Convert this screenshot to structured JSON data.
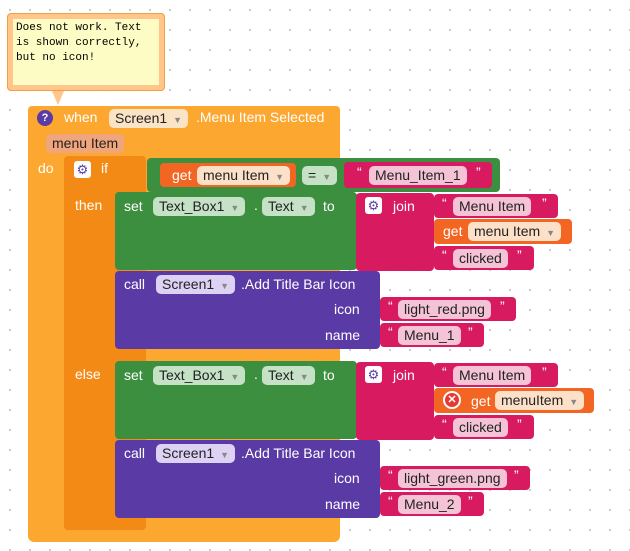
{
  "comment": {
    "text": "Does not work. Text\nis shown correctly,\nbut no icon!"
  },
  "event": {
    "when": "when",
    "component": "Screen1",
    "event_name": ".Menu Item Selected",
    "param": "menu Item",
    "do": "do"
  },
  "if_block": {
    "if": "if",
    "then": "then",
    "else": "else",
    "condition": {
      "get": "get",
      "var": "menu Item",
      "op": "=",
      "value": "Menu_Item_1"
    }
  },
  "then_branch": {
    "set": {
      "set": "set",
      "component": "Text_Box1",
      "dot": ".",
      "property": "Text",
      "to": "to"
    },
    "join": {
      "label": "join",
      "items": [
        "Menu Item",
        "clicked"
      ],
      "get": "get",
      "var": "menu Item"
    },
    "call": {
      "call": "call",
      "component": "Screen1",
      "method": ".Add Title Bar Icon",
      "icon_label": "icon",
      "icon_value": "light_red.png",
      "name_label": "name",
      "name_value": "Menu_1"
    }
  },
  "else_branch": {
    "set": {
      "set": "set",
      "component": "Text_Box1",
      "dot": ".",
      "property": "Text",
      "to": "to"
    },
    "join": {
      "label": "join",
      "items": [
        "Menu Item",
        "clicked"
      ],
      "get": "get",
      "var": "menuItem"
    },
    "call": {
      "call": "call",
      "component": "Screen1",
      "method": ".Add Title Bar Icon",
      "icon_label": "icon",
      "icon_value": "light_green.png",
      "name_label": "name",
      "name_value": "Menu_2"
    }
  }
}
